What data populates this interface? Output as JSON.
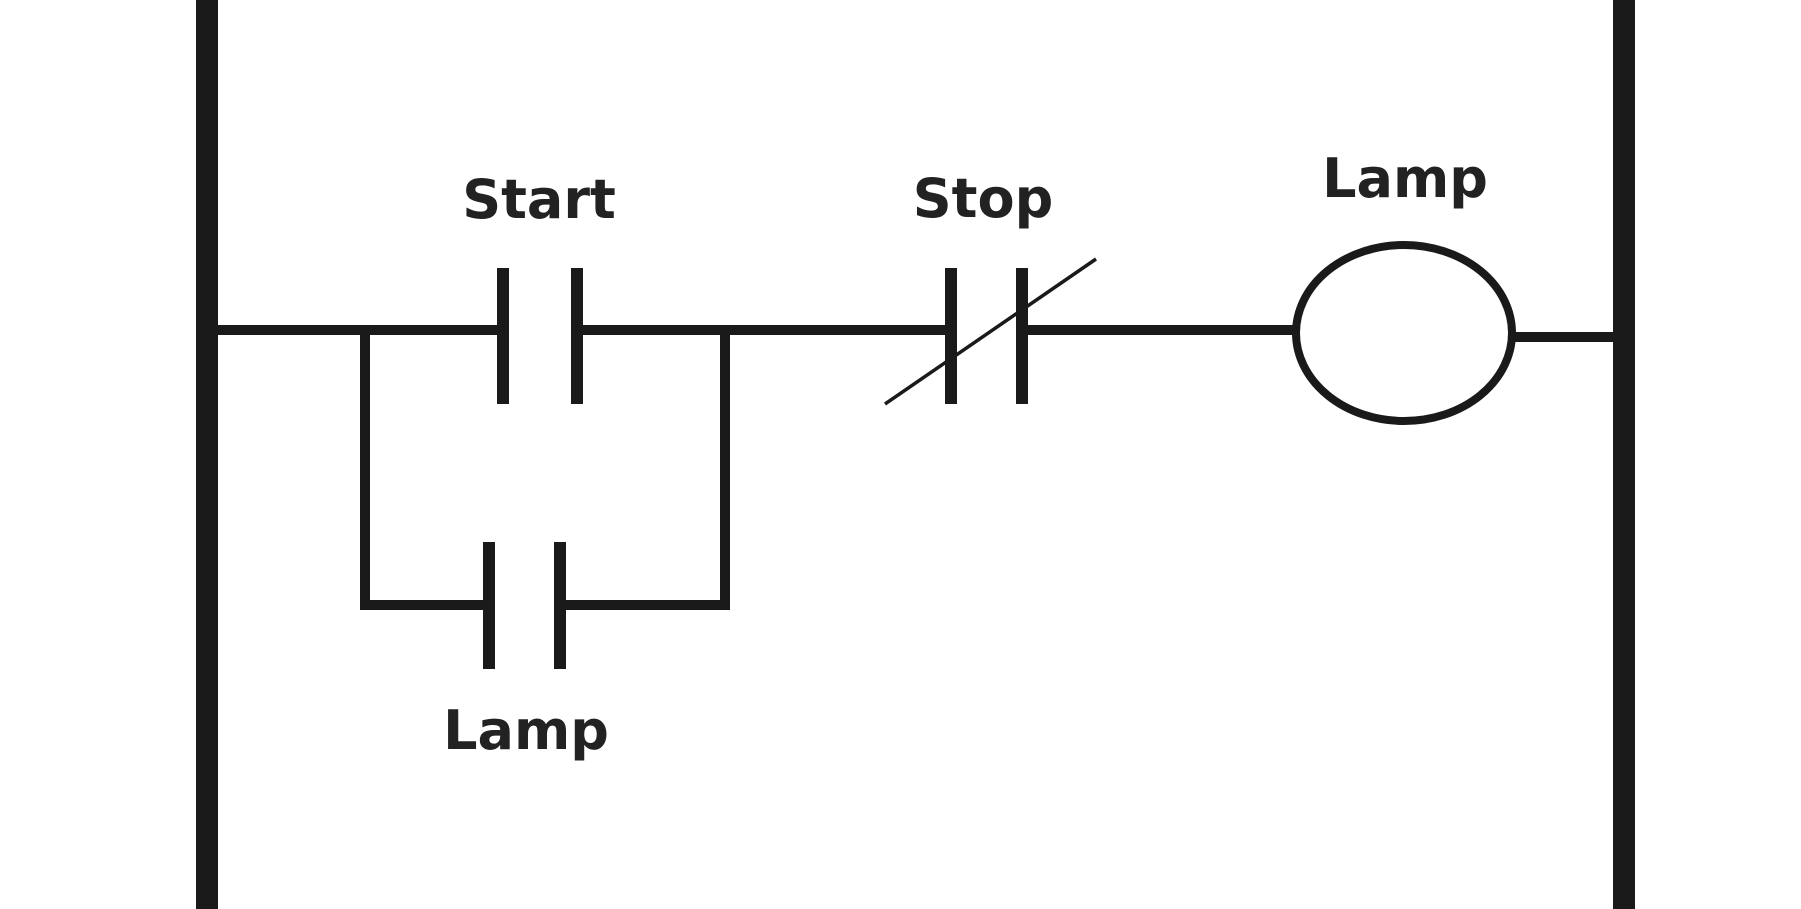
{
  "diagram": {
    "labels": {
      "start_contact": "Start",
      "stop_contact": "Stop",
      "output_coil": "Lamp",
      "seal_in_contact": "Lamp"
    },
    "elements": {
      "start_contact": "normally-open-contact",
      "stop_contact": "normally-closed-contact",
      "seal_in_contact": "normally-open-contact",
      "output_coil": "coil"
    }
  }
}
